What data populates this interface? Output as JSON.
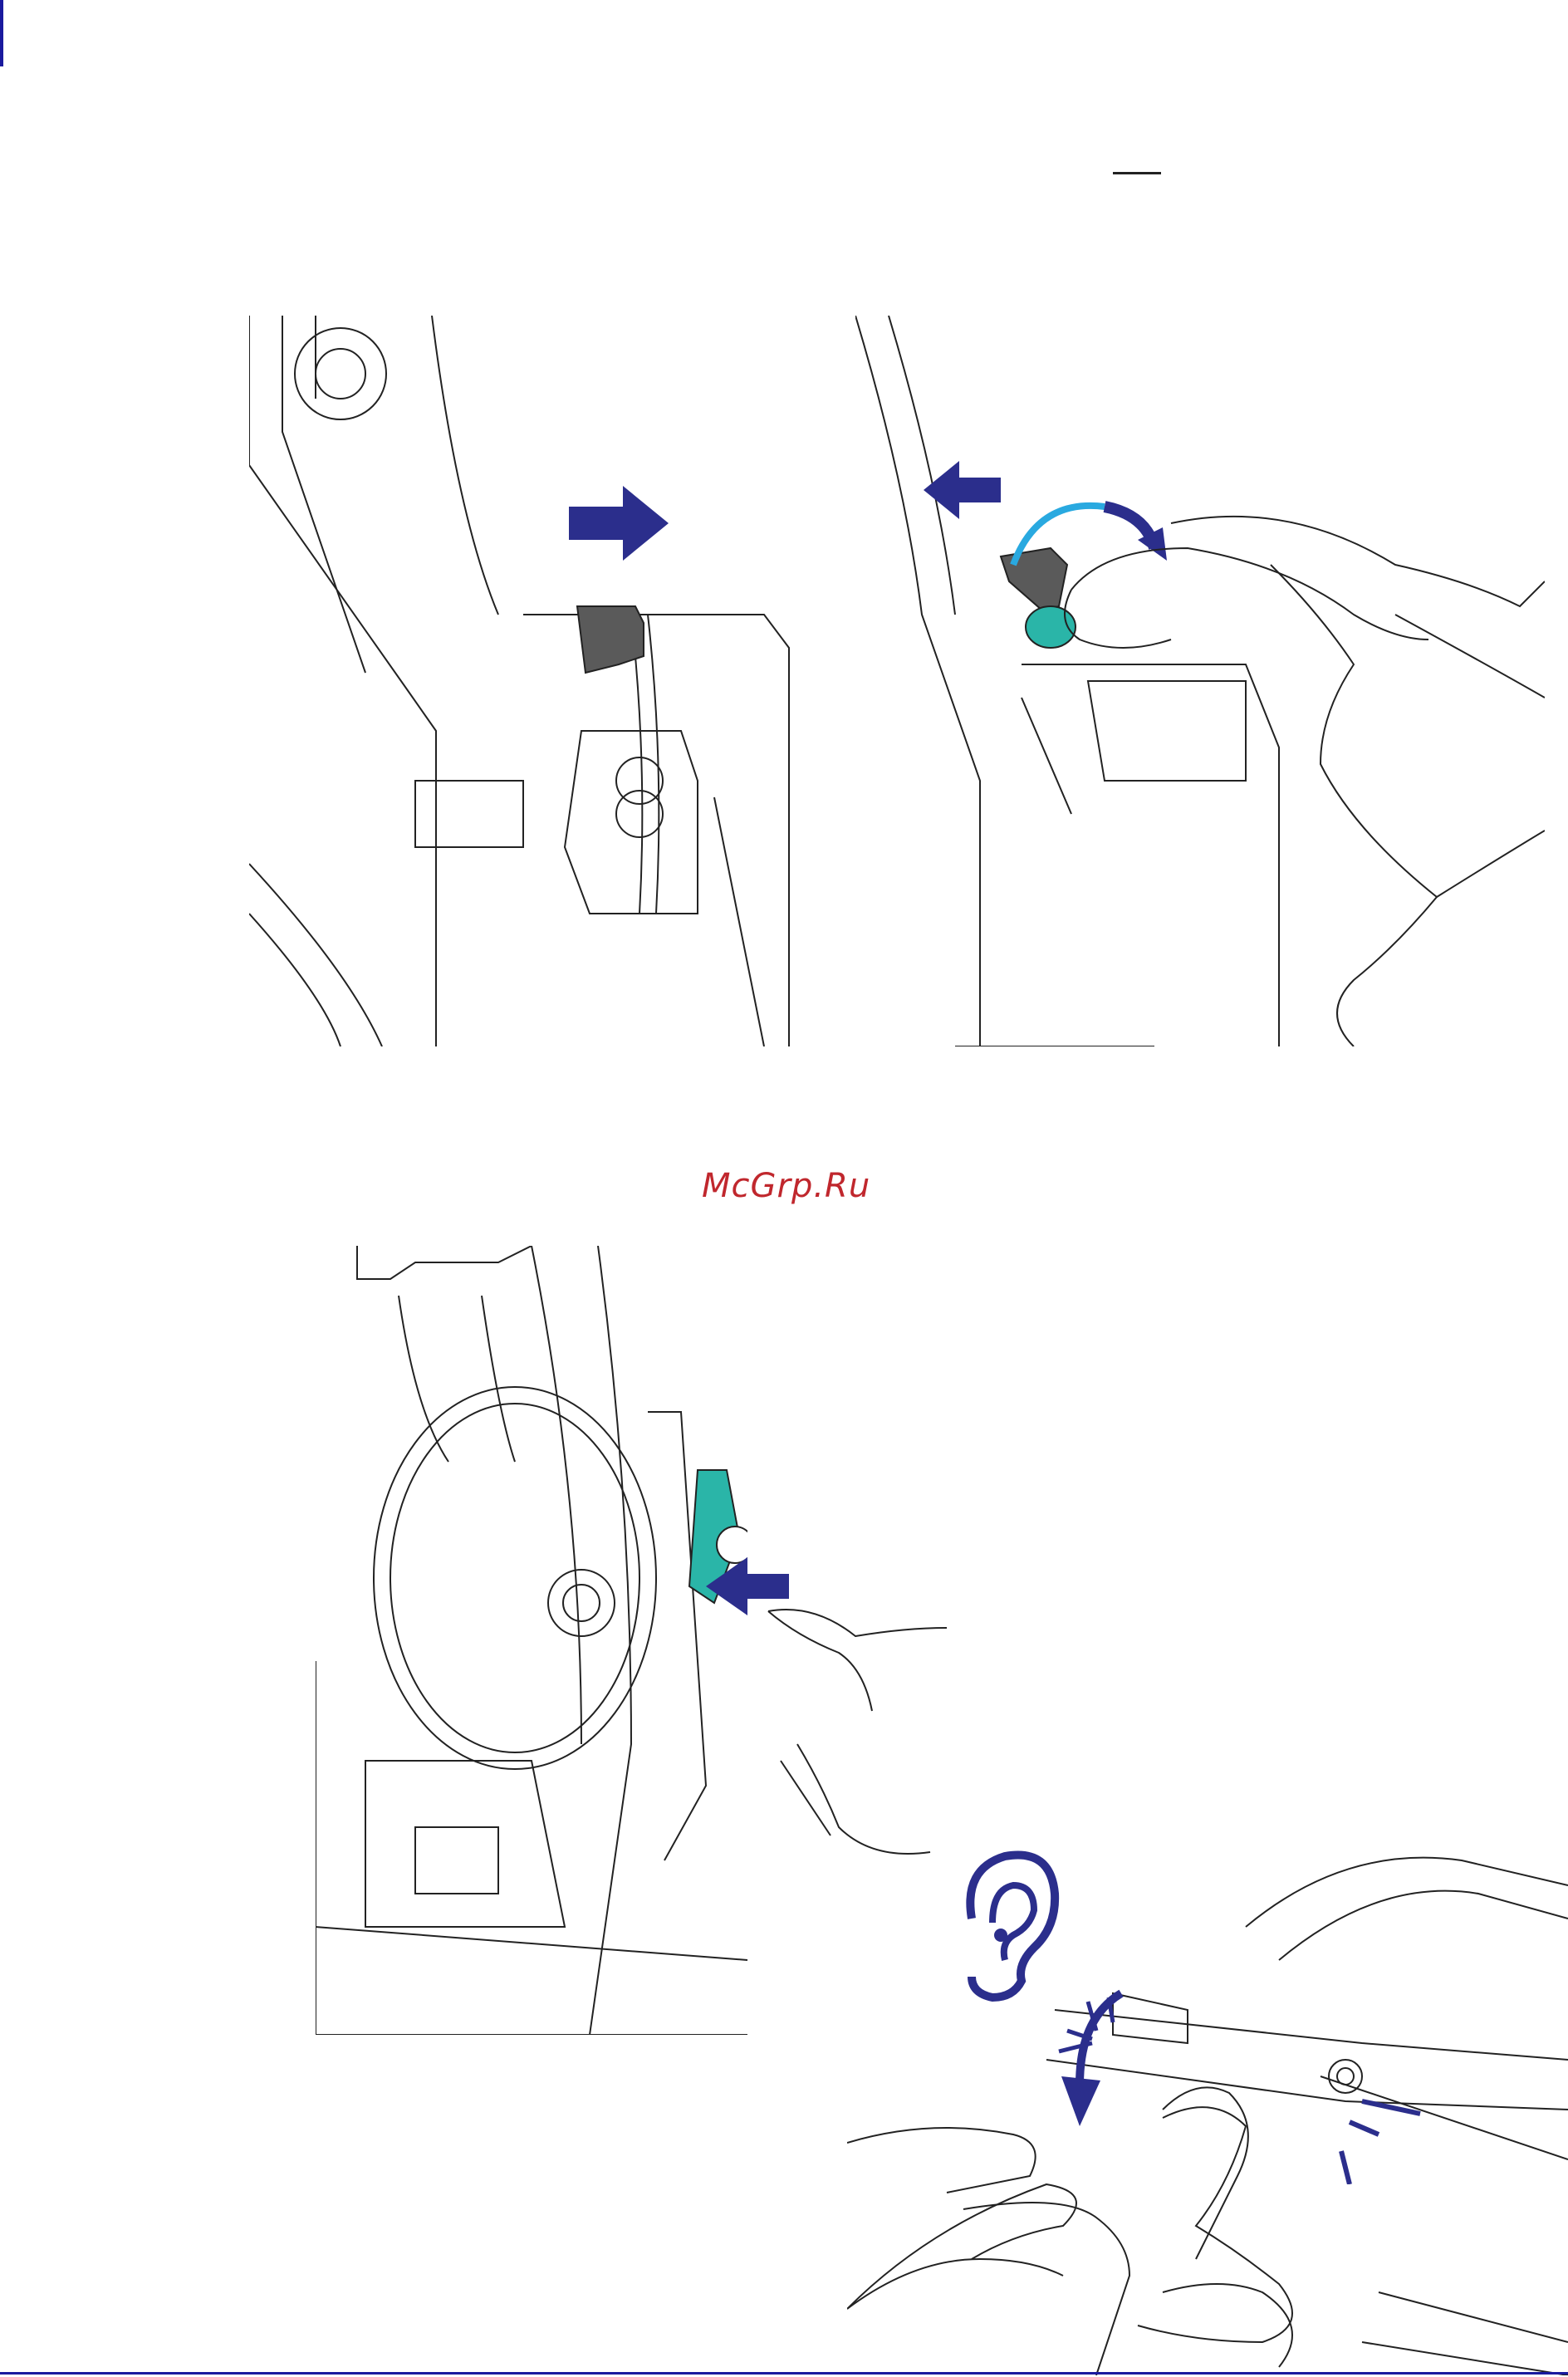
{
  "watermark": {
    "text": "McGrp.Ru",
    "color": "#c0272d"
  },
  "colors": {
    "accent": "#1a1a9e",
    "arrow": "#2b2e8c",
    "teal": "#2ab5a8",
    "cyan": "#29a9e0",
    "lever": "#5a5a5a",
    "line": "#222222"
  },
  "illustrations": [
    {
      "name": "guide-lever-open-illustration",
      "icons": [
        "arrow-right-icon"
      ]
    },
    {
      "name": "sensor-adjust-illustration",
      "icons": [
        "arrow-left-icon",
        "rotate-arrow-icon",
        "hand-icon"
      ]
    },
    {
      "name": "media-roll-lever-close-illustration",
      "icons": [
        "arrow-push-icon",
        "hand-icon"
      ]
    },
    {
      "name": "close-cover-click-illustration",
      "icons": [
        "ear-icon",
        "arrow-down-icon",
        "hands-icon"
      ]
    }
  ]
}
